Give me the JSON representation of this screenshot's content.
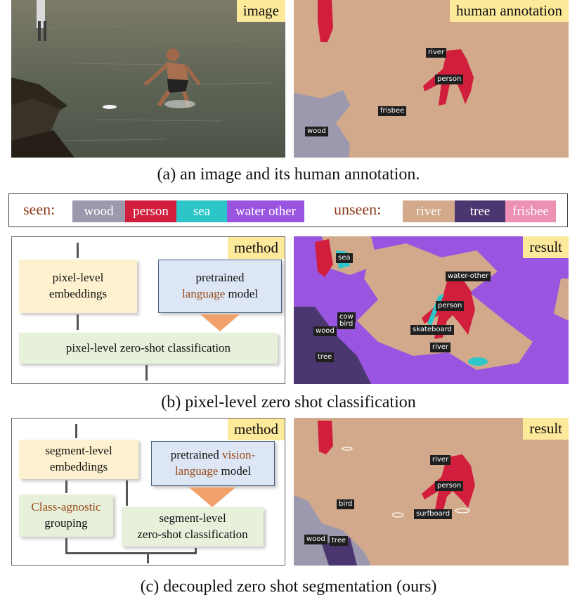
{
  "row_a": {
    "image_tag": "image",
    "annotation_tag": "human annotation",
    "labels": [
      "river",
      "person",
      "frisbee",
      "wood"
    ],
    "caption": "(a) an image and its human annotation."
  },
  "legend": {
    "seen_title": "seen:",
    "unseen_title": "unseen:",
    "seen": [
      {
        "label": "wood",
        "color": "#9c98ad"
      },
      {
        "label": "person",
        "color": "#d11e3c"
      },
      {
        "label": "sea",
        "color": "#2cc6c9"
      },
      {
        "label": "water other",
        "color": "#9a55e0"
      }
    ],
    "unseen": [
      {
        "label": "river",
        "color": "#d2a98a"
      },
      {
        "label": "tree",
        "color": "#4a3770"
      },
      {
        "label": "frisbee",
        "color": "#ec90b4"
      }
    ]
  },
  "row_b": {
    "method_tag": "method",
    "result_tag": "result",
    "box_embed": {
      "line1": "pixel-level",
      "line2": "embeddings"
    },
    "box_lm": {
      "line1": "pretrained",
      "accent": "language",
      "rest": " model"
    },
    "box_cls": "pixel-level zero-shot classification",
    "labels": [
      "sea",
      "water-other",
      "person",
      "cow",
      "bird",
      "wood",
      "skateboard",
      "river",
      "tree"
    ],
    "caption": "(b) pixel-level zero shot classification"
  },
  "row_c": {
    "method_tag": "method",
    "result_tag": "result",
    "box_embed": {
      "line1": "segment-level",
      "line2": "embeddings"
    },
    "box_vlm": {
      "line1": "pretrained ",
      "accent1": "vision-",
      "accent2": "language",
      "rest": " model"
    },
    "box_group": {
      "accent": "Class-agnostic",
      "line2": "grouping"
    },
    "box_cls": {
      "line1": "segment-level",
      "line2": "zero-shot classification"
    },
    "labels": [
      "river",
      "person",
      "bird",
      "surfboard",
      "wood",
      "tree"
    ],
    "caption": "(c) decoupled zero shot segmentation (ours)"
  },
  "colors": {
    "river": "#d2a98a",
    "person": "#d11e3c",
    "water_other": "#9a55e0",
    "wood": "#9c98ad",
    "tree": "#4a3770",
    "sea": "#2cc6c9",
    "arrow": "#f2a06a",
    "tag_bg": "#fde99a"
  }
}
